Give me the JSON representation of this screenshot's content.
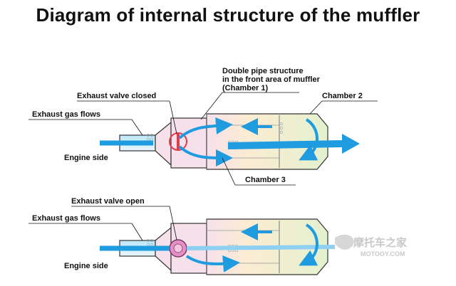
{
  "title": "Diagram of internal structure of the muffler",
  "top_diagram": {
    "exhaust_valve_label": "Exhaust valve closed",
    "gas_flow_label": "Exhaust gas flows",
    "engine_side_label": "Engine side",
    "double_pipe_label_lines": [
      "Double pipe structure",
      "in the front area of muffler",
      "(Chamber 1)"
    ],
    "chamber2_label": "Chamber 2",
    "chamber3_label": "Chamber 3"
  },
  "bottom_diagram": {
    "exhaust_valve_label": "Exhaust valve open",
    "gas_flow_label": "Exhaust gas flows",
    "engine_side_label": "Engine side"
  },
  "watermark": {
    "logo_text": "摩托车之家",
    "url_text": "MOTOOY.COM"
  },
  "colors": {
    "flow": "#1f9be0",
    "flow_light": "#8fd0f2",
    "chamber1_fill": "#f6e1ea",
    "chamber2_fill": "#e3f1cf",
    "chamber3_fill": "#fbecd2",
    "valve_closed": "#e23a4a",
    "valve_open": "#e58fc4",
    "outline": "#333333"
  }
}
